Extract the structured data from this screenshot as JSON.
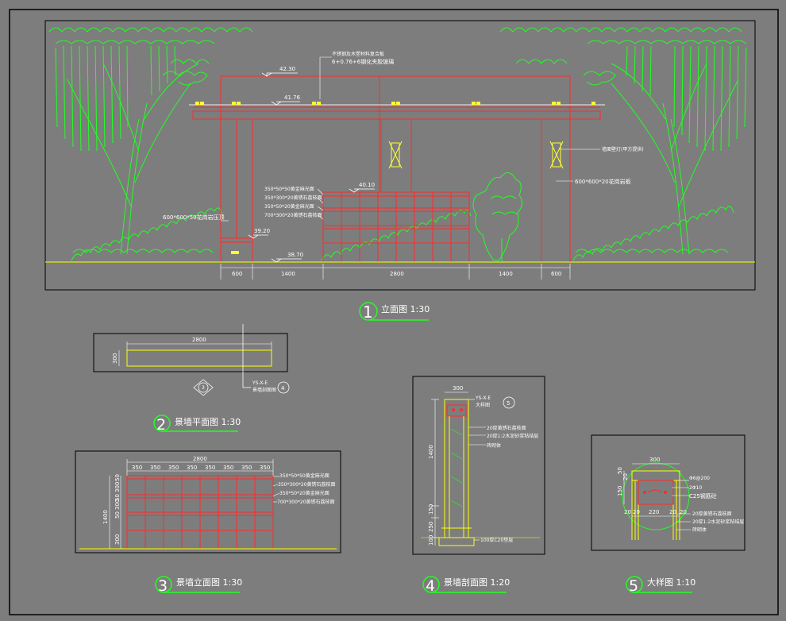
{
  "colors": {
    "background": "#7d7d7d",
    "frame": "#000000",
    "structure": "#ff2a2a",
    "vegetation": "#22ff22",
    "ground": "#ffff00",
    "annotation": "#ffffff",
    "dimension": "#ffff66"
  },
  "views": {
    "elevation": {
      "number": "1",
      "title": "立面图 1:30",
      "elevations": [
        "42.30",
        "41.76",
        "40.10",
        "39.20",
        "38.70"
      ],
      "top_note": "不锈钢及木塑材料复合板",
      "top_spec": "6+0.76+6钢化夹胶玻璃",
      "lamp_note": "墙面壁灯(甲方提供)",
      "wall_spec_right": "600*600*20花岗岩板",
      "wall_spec_left": "600*600*50花岗岩压顶",
      "layer_notes": [
        "350*50*50黄金麻光面",
        "350*300*20黄锈石荔枝面",
        "350*50*20黄金麻光面",
        "700*300*20黄锈石荔枝面"
      ],
      "bottom_dims": [
        "600",
        "1400",
        "2800",
        "1400",
        "600"
      ]
    },
    "plan": {
      "number": "2",
      "title": "景墙平面图 1:30",
      "width_dim": "2800",
      "depth_dim": "300",
      "section_tag": "YS-X-E",
      "section_sub": "景墙剖面图",
      "section_no": "4",
      "view_no": "3"
    },
    "wall_elevation": {
      "number": "3",
      "title": "景墙立面图 1:30",
      "width_dim": "2800",
      "module_dims": [
        "350",
        "350",
        "350",
        "350",
        "350",
        "350",
        "350",
        "350"
      ],
      "left_dims": [
        "50",
        "300",
        "50",
        "300",
        "50",
        "300"
      ],
      "height_dim": "1400",
      "layer_notes": [
        "350*50*50黄金麻光面",
        "350*300*20黄锈石荔枝面",
        "350*50*20黄金麻光面",
        "700*300*20黄锈石荔枝面"
      ]
    },
    "section": {
      "number": "4",
      "title": "景墙剖面图 1:20",
      "width_dim": "300",
      "detail_tag": "YS-X-E",
      "detail_sub": "大样图",
      "detail_no": "5",
      "height_dims": [
        "1400",
        "150",
        "250",
        "100"
      ],
      "notes": [
        "20厚黄锈石荔枝面",
        "20厚1:2水泥砂浆粘结层",
        "砖砌体"
      ],
      "base_note": "100厚C20垫层"
    },
    "detail": {
      "number": "5",
      "title": "大样图 1:10",
      "width_dim": "300",
      "left_dims": [
        "50",
        "20",
        "150"
      ],
      "bottom_dims": [
        "20",
        "20",
        "220",
        "20",
        "20"
      ],
      "rebar_notes": [
        "Φ6@200",
        "2Φ10",
        "C25钢筋砼"
      ],
      "layer_notes": [
        "20厚黄锈石荔枝面",
        "20厚1:2水泥砂浆粘结层",
        "砖砌体"
      ]
    }
  }
}
